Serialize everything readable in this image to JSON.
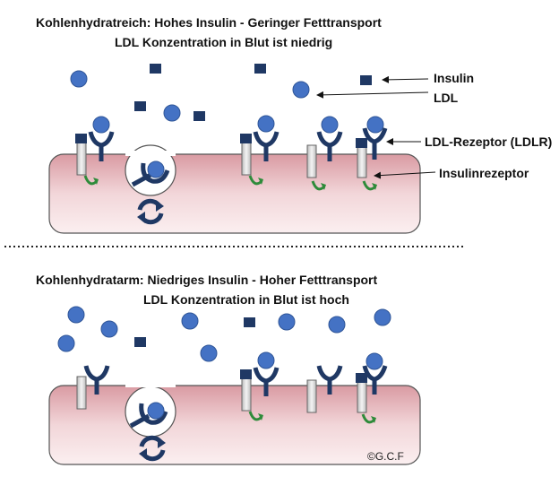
{
  "top_panel": {
    "title_line1": "Kohlenhydratreich: Hohes Insulin - Geringer Fetttransport",
    "title_line2": "LDL Konzentration in Blut  ist niedrig"
  },
  "bottom_panel": {
    "title_line1": "Kohlenhydratarm: Niedriges Insulin - Hoher Fetttransport",
    "title_line2": "LDL Konzentration in Blut ist hoch"
  },
  "legend": {
    "insulin": "Insulin",
    "ldl": "LDL",
    "ldl_receptor": "LDL-Rezeptor (LDLR)",
    "insulin_receptor": "Insulinrezeptor"
  },
  "copyright": "©G.C.F",
  "colors": {
    "ldl": "#4472c4",
    "insulin": "#1f3864",
    "receptor": "#1f3864",
    "cell_fill": "#e8b8bd",
    "cell_stroke": "#555555",
    "arrow": "#2e8b3a"
  }
}
